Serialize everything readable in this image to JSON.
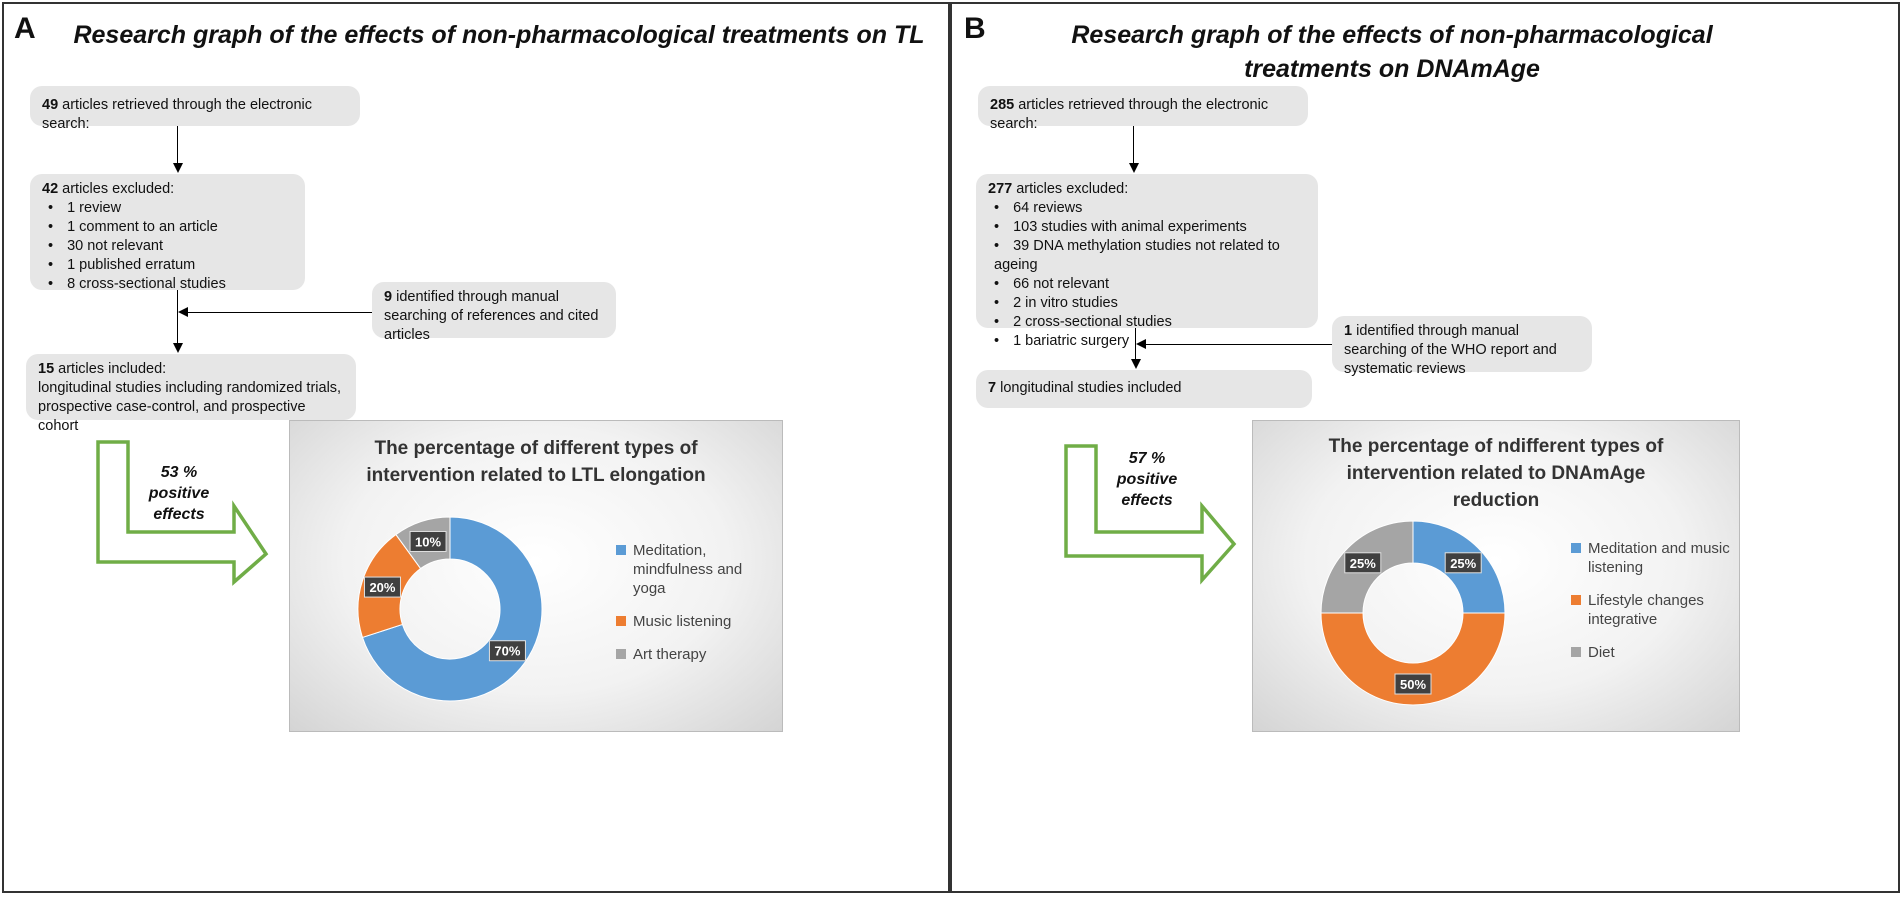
{
  "panelA": {
    "letter": "A",
    "title": "Research graph of the effects of non-pharmacological treatments on TL",
    "search": {
      "count": "49",
      "text": " articles retrieved through the electronic search:"
    },
    "excluded": {
      "count": "42",
      "text": " articles excluded:",
      "items": [
        "1 review",
        "1 comment to an article",
        "30 not relevant",
        "1 published erratum",
        "8 cross-sectional studies"
      ]
    },
    "manual": {
      "count": "9",
      "text": " identified through manual searching of references and cited articles"
    },
    "included": {
      "count": "15",
      "text": " articles included:",
      "detail": "longitudinal studies including randomized trials, prospective case-control, and prospective cohort"
    },
    "positive": {
      "pct": "53 %",
      "line2": "positive",
      "line3": "effects"
    },
    "chart_title": "The percentage of different types of intervention related to LTL elongation"
  },
  "panelB": {
    "letter": "B",
    "title": "Research graph of the effects of non-pharmacological treatments on DNAmAge",
    "search": {
      "count": "285",
      "text": " articles retrieved through the electronic search:"
    },
    "excluded": {
      "count": "277",
      "text": " articles excluded:",
      "items": [
        "64 reviews",
        "103 studies with animal experiments",
        "39 DNA methylation studies not related to ageing",
        "66 not relevant",
        "2 in vitro studies",
        "2 cross-sectional studies",
        "1 bariatric surgery"
      ]
    },
    "manual": {
      "count": "1",
      "text": " identified through manual searching of the WHO report and systematic reviews"
    },
    "included": {
      "count": "7",
      "text": " longitudinal studies included"
    },
    "positive": {
      "pct": "57 %",
      "line2": "positive",
      "line3": "effects"
    },
    "chart_title": "The percentage of ndifferent types of intervention related to DNAmAge reduction"
  },
  "colors": {
    "blue": "#5b9bd5",
    "orange": "#ed7d31",
    "gray": "#a5a5a5",
    "arrow_green": "#70ad47"
  },
  "chart_data": [
    {
      "type": "pie",
      "title": "The percentage of different types of intervention related to LTL elongation",
      "categories": [
        "Meditation, mindfulness and yoga",
        "Music listening",
        "Art therapy"
      ],
      "values": [
        70,
        20,
        10
      ],
      "labels": [
        "70%",
        "20%",
        "10%"
      ],
      "colors": [
        "#5b9bd5",
        "#ed7d31",
        "#a5a5a5"
      ],
      "legend": "right"
    },
    {
      "type": "pie",
      "title": "The percentage of ndifferent types of intervention related to DNAmAge reduction",
      "categories": [
        "Meditation and music listening",
        "Lifestyle changes integrative",
        "Diet"
      ],
      "values": [
        25,
        50,
        25
      ],
      "labels": [
        "25%",
        "50%",
        "25%"
      ],
      "colors": [
        "#5b9bd5",
        "#ed7d31",
        "#a5a5a5"
      ],
      "legend": "right"
    }
  ]
}
